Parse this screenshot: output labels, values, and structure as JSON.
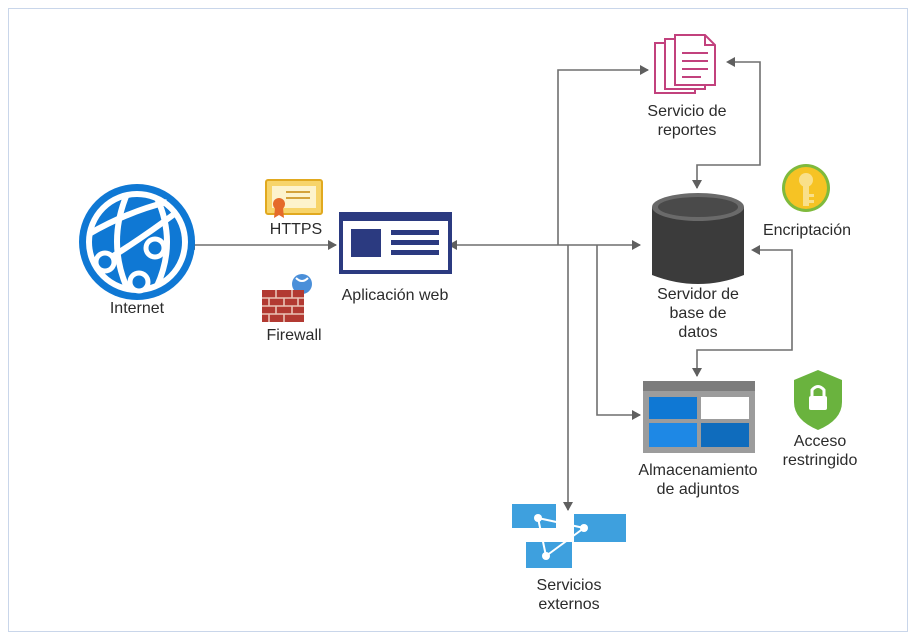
{
  "diagram": {
    "nodes": {
      "internet": {
        "label": "Internet",
        "icon": "globe-icon"
      },
      "https": {
        "label": "HTTPS",
        "icon": "certificate-icon"
      },
      "webapp": {
        "label": "Aplicación web",
        "icon": "web-app-window-icon"
      },
      "firewall": {
        "label": "Firewall",
        "icon": "brick-wall-firewall-icon"
      },
      "reports": {
        "label_lines": [
          "Servicio de",
          "reportes"
        ],
        "icon": "documents-stack-icon"
      },
      "database": {
        "label_lines": [
          "Servidor de",
          "base de",
          "datos"
        ],
        "icon": "database-cylinder-icon"
      },
      "encryption": {
        "label": "Encriptación",
        "icon": "key-icon"
      },
      "storage": {
        "label_lines": [
          "Almacenamiento",
          "de adjuntos"
        ],
        "icon": "storage-blob-icon"
      },
      "restricted": {
        "label_lines": [
          "Acceso",
          "restringido"
        ],
        "icon": "shield-lock-icon"
      },
      "external": {
        "label_lines": [
          "Servicios",
          "externos"
        ],
        "icon": "network-services-icon"
      }
    },
    "colors": {
      "azure_blue": "#0f78d4",
      "dark_navy": "#2b3a80",
      "connector": "#6f6f6f",
      "reports_pink": "#c2417d",
      "key_yellow": "#f6c324",
      "shield_green": "#6ab33e",
      "db_dark": "#3d3d3d",
      "cert_gold": "#e8b92c"
    }
  }
}
